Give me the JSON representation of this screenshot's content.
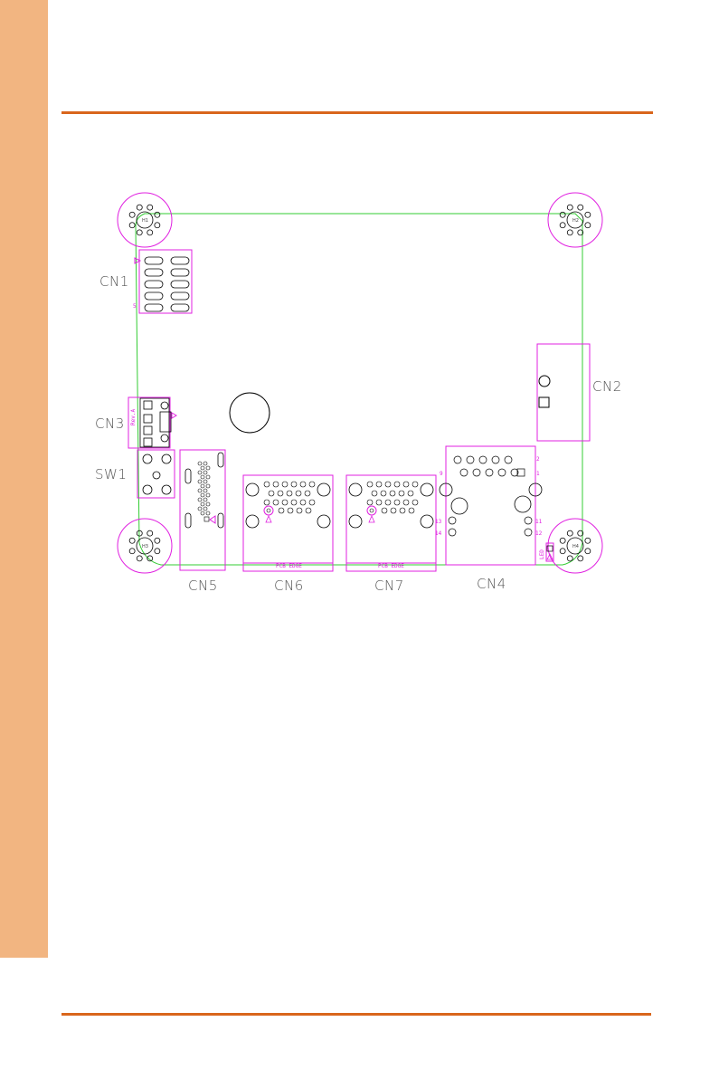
{
  "colors": {
    "side_band": "#f2b581",
    "rule": "#d9661c",
    "board_outline": "#33cc33",
    "connector": "#e020e0",
    "label_text": "#555555"
  },
  "mounting_holes": [
    {
      "id": "hole-h1",
      "label": "H1"
    },
    {
      "id": "hole-h2",
      "label": "H2"
    },
    {
      "id": "hole-h3",
      "label": "H3"
    },
    {
      "id": "hole-h4",
      "label": "H4"
    }
  ],
  "connectors": {
    "cn1": "CN1",
    "cn2": "CN2",
    "cn3": "CN3",
    "sw1": "SW1",
    "cn4": "CN4",
    "cn5": "CN5",
    "cn6": "CN6",
    "cn7": "CN7"
  },
  "annotations": {
    "pcb_edge_cn6": "PCB EDGE",
    "pcb_edge_cn7": "PCB EDGE",
    "cn3_side": "Rev.A",
    "cn1_pin5": "5",
    "cn4_pin2": "2",
    "cn4_pin9": "9",
    "cn4_pin1": "1",
    "cn4_pin13": "13",
    "cn4_pin14": "14",
    "cn4_pin11": "11",
    "cn4_pin12": "12",
    "led": "LED"
  }
}
